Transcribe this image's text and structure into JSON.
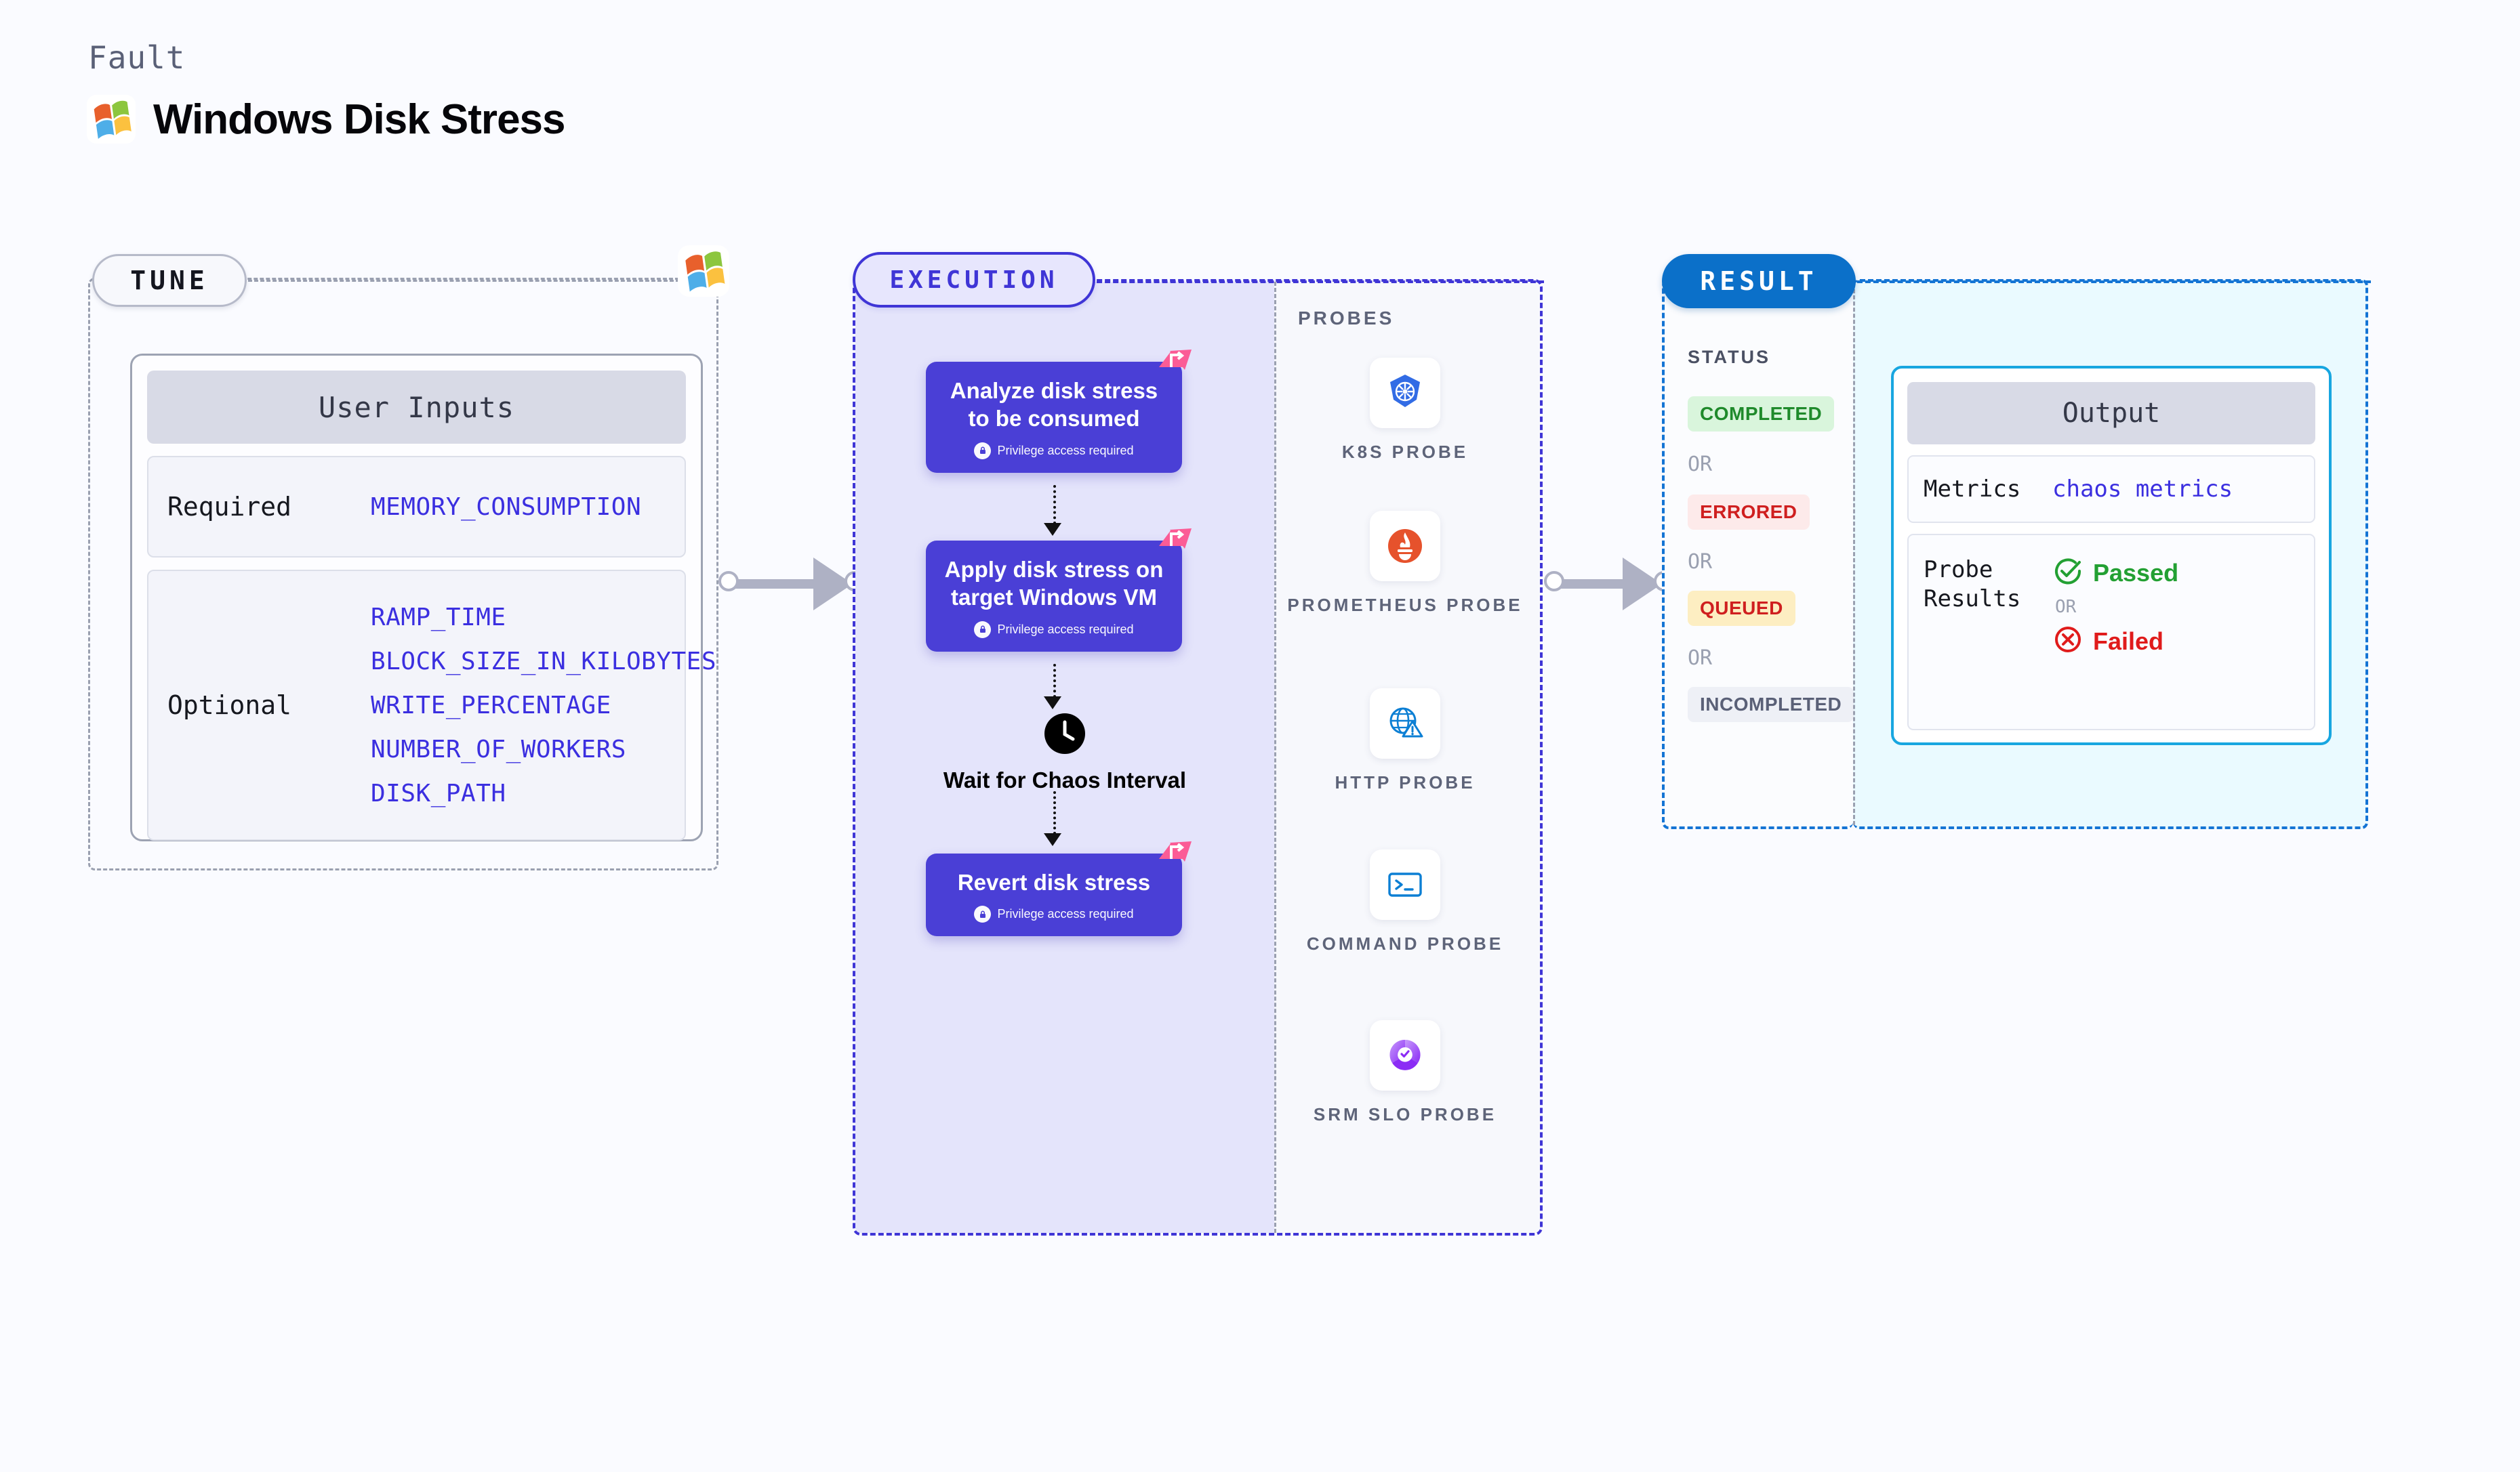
{
  "header": {
    "eyebrow": "Fault",
    "title": "Windows Disk Stress",
    "logo_icon": "windows-logo-icon"
  },
  "tune": {
    "badge": "TUNE",
    "card_title": "User Inputs",
    "rows": [
      {
        "label": "Required",
        "params": [
          "MEMORY_CONSUMPTION"
        ]
      },
      {
        "label": "Optional",
        "params": [
          "RAMP_TIME",
          "BLOCK_SIZE_IN_KILOBYTES",
          "WRITE_PERCENTAGE",
          "NUMBER_OF_WORKERS",
          "DISK_PATH"
        ]
      }
    ]
  },
  "execution": {
    "badge": "EXECUTION",
    "privilege_note": "Privilege access required",
    "steps": [
      {
        "title": "Analyze disk stress to be consumed",
        "privileged": true,
        "icon": "litmus-logo-icon"
      },
      {
        "title": "Apply disk stress on target Windows VM",
        "privileged": true,
        "icon": "litmus-logo-icon"
      }
    ],
    "wait": {
      "label": "Wait for Chaos Interval",
      "icon": "clock-icon"
    },
    "final_step": {
      "title": "Revert disk stress",
      "privileged": true,
      "icon": "litmus-logo-icon"
    },
    "probes": {
      "title": "PROBES",
      "items": [
        {
          "label": "K8S PROBE",
          "icon": "kubernetes-icon"
        },
        {
          "label": "PROMETHEUS PROBE",
          "icon": "prometheus-icon"
        },
        {
          "label": "HTTP PROBE",
          "icon": "http-globe-warning-icon"
        },
        {
          "label": "COMMAND PROBE",
          "icon": "terminal-icon"
        },
        {
          "label": "SRM SLO PROBE",
          "icon": "srm-slo-icon"
        }
      ]
    }
  },
  "result": {
    "badge": "RESULT",
    "status_heading": "STATUS",
    "or_label": "OR",
    "statuses": [
      {
        "label": "COMPLETED",
        "bg": "#d9f5dc",
        "fg": "#1f8a2b"
      },
      {
        "label": "ERRORED",
        "bg": "#fdeaea",
        "fg": "#cf1f1f"
      },
      {
        "label": "QUEUED",
        "bg": "#fdeec2",
        "fg": "#cf1f1f"
      },
      {
        "label": "INCOMPLETED",
        "bg": "#eef0f6",
        "fg": "#5a6077"
      }
    ],
    "output": {
      "title": "Output",
      "metrics_label": "Metrics",
      "metrics_value": "chaos metrics",
      "probe_label": "Probe Results",
      "passed": "Passed",
      "failed": "Failed",
      "or_label": "OR",
      "passed_icon": "check-circle-icon",
      "failed_icon": "x-circle-icon"
    }
  },
  "colors": {
    "background": "#fafbff",
    "step_purple": "#4a3fd6",
    "execution_border": "#3f35d6",
    "result_blue": "#0b70c9",
    "output_border": "#18a6e0",
    "param_blue": "#3b2fe0",
    "litmus_pink": "#fb5c96",
    "connector_gray": "#aeb1c4"
  }
}
